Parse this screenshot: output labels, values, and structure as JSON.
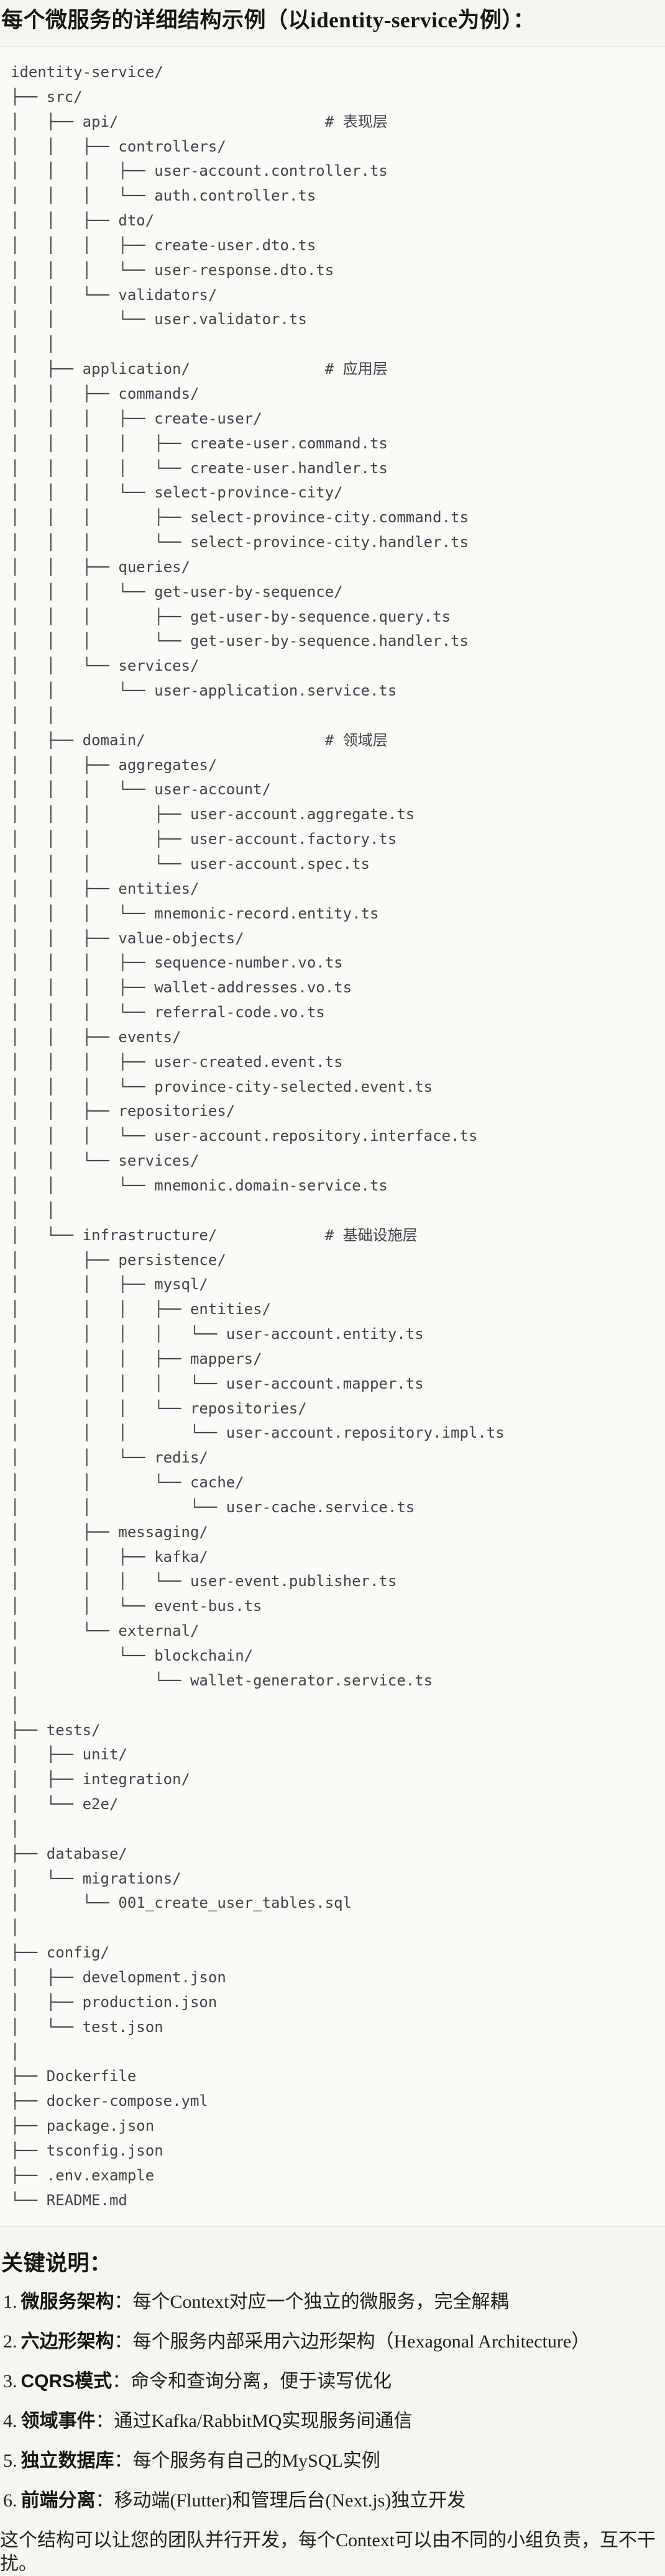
{
  "page": {
    "title": "每个微服务的详细结构示例（以identity-service为例）：",
    "notes_heading": "关键说明：",
    "closing": "这个结构可以让您的团队并行开发，每个Context可以由不同的小组负责，互不干扰。"
  },
  "colors": {
    "page_bg": "#f6f5ef",
    "code_bg": "#fbfaf6",
    "code_border": "#e0dfda",
    "code_text": "#3d434b",
    "heading_text": "#141414"
  },
  "tree": {
    "root": "identity-service/",
    "layer_comments": [
      "# 表现层",
      "# 应用层",
      "# 领域层",
      "# 基础设施层"
    ],
    "lines": [
      "identity-service/",
      "├── src/",
      "│   ├── api/                       # 表现层",
      "│   │   ├── controllers/",
      "│   │   │   ├── user-account.controller.ts",
      "│   │   │   └── auth.controller.ts",
      "│   │   ├── dto/",
      "│   │   │   ├── create-user.dto.ts",
      "│   │   │   └── user-response.dto.ts",
      "│   │   └── validators/",
      "│   │       └── user.validator.ts",
      "│   │",
      "│   ├── application/               # 应用层",
      "│   │   ├── commands/",
      "│   │   │   ├── create-user/",
      "│   │   │   │   ├── create-user.command.ts",
      "│   │   │   │   └── create-user.handler.ts",
      "│   │   │   └── select-province-city/",
      "│   │   │       ├── select-province-city.command.ts",
      "│   │   │       └── select-province-city.handler.ts",
      "│   │   ├── queries/",
      "│   │   │   └── get-user-by-sequence/",
      "│   │   │       ├── get-user-by-sequence.query.ts",
      "│   │   │       └── get-user-by-sequence.handler.ts",
      "│   │   └── services/",
      "│   │       └── user-application.service.ts",
      "│   │",
      "│   ├── domain/                    # 领域层",
      "│   │   ├── aggregates/",
      "│   │   │   └── user-account/",
      "│   │   │       ├── user-account.aggregate.ts",
      "│   │   │       ├── user-account.factory.ts",
      "│   │   │       └── user-account.spec.ts",
      "│   │   ├── entities/",
      "│   │   │   └── mnemonic-record.entity.ts",
      "│   │   ├── value-objects/",
      "│   │   │   ├── sequence-number.vo.ts",
      "│   │   │   ├── wallet-addresses.vo.ts",
      "│   │   │   └── referral-code.vo.ts",
      "│   │   ├── events/",
      "│   │   │   ├── user-created.event.ts",
      "│   │   │   └── province-city-selected.event.ts",
      "│   │   ├── repositories/",
      "│   │   │   └── user-account.repository.interface.ts",
      "│   │   └── services/",
      "│   │       └── mnemonic.domain-service.ts",
      "│   │",
      "│   └── infrastructure/            # 基础设施层",
      "│       ├── persistence/",
      "│       │   ├── mysql/",
      "│       │   │   ├── entities/",
      "│       │   │   │   └── user-account.entity.ts",
      "│       │   │   ├── mappers/",
      "│       │   │   │   └── user-account.mapper.ts",
      "│       │   │   └── repositories/",
      "│       │   │       └── user-account.repository.impl.ts",
      "│       │   └── redis/",
      "│       │       └── cache/",
      "│       │           └── user-cache.service.ts",
      "│       ├── messaging/",
      "│       │   ├── kafka/",
      "│       │   │   └── user-event.publisher.ts",
      "│       │   └── event-bus.ts",
      "│       └── external/",
      "│           └── blockchain/",
      "│               └── wallet-generator.service.ts",
      "│",
      "├── tests/",
      "│   ├── unit/",
      "│   ├── integration/",
      "│   └── e2e/",
      "│",
      "├── database/",
      "│   └── migrations/",
      "│       └── 001_create_user_tables.sql",
      "│",
      "├── config/",
      "│   ├── development.json",
      "│   ├── production.json",
      "│   └── test.json",
      "│",
      "├── Dockerfile",
      "├── docker-compose.yml",
      "├── package.json",
      "├── tsconfig.json",
      "├── .env.example",
      "└── README.md"
    ]
  },
  "notes": {
    "colon": "：",
    "items": [
      {
        "num": "1.",
        "label": "微服务架构",
        "text": "每个Context对应一个独立的微服务，完全解耦"
      },
      {
        "num": "2.",
        "label": "六边形架构",
        "text": "每个服务内部采用六边形架构（Hexagonal Architecture）"
      },
      {
        "num": "3.",
        "label": "CQRS模式",
        "text": "命令和查询分离，便于读写优化"
      },
      {
        "num": "4.",
        "label": "领域事件",
        "text": "通过Kafka/RabbitMQ实现服务间通信"
      },
      {
        "num": "5.",
        "label": "独立数据库",
        "text": "每个服务有自己的MySQL实例"
      },
      {
        "num": "6.",
        "label": "前端分离",
        "text": "移动端(Flutter)和管理后台(Next.js)独立开发"
      }
    ]
  }
}
